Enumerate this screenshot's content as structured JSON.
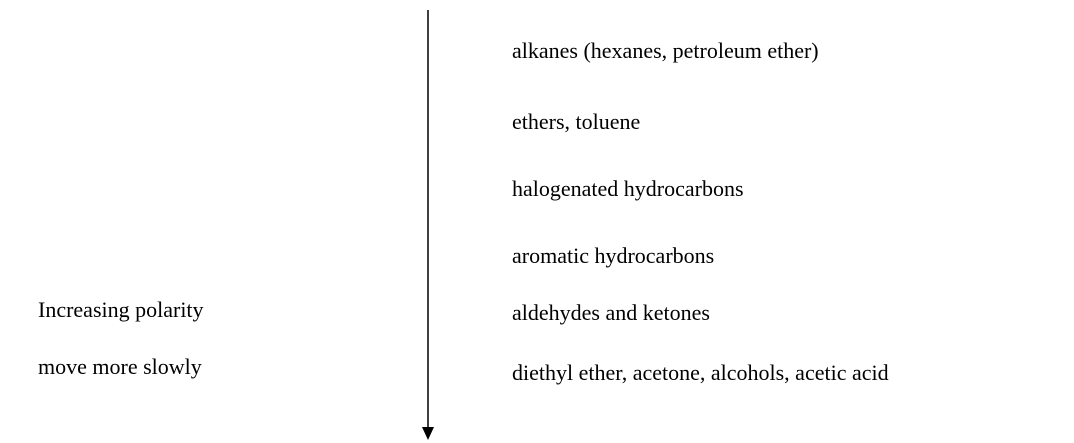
{
  "side_labels": {
    "polarity": "Increasing polarity",
    "movement": "move more slowly"
  },
  "solvents": [
    "alkanes (hexanes, petroleum ether)",
    "ethers, toluene",
    "halogenated hydrocarbons",
    "aromatic hydrocarbons",
    "aldehydes and ketones",
    "diethyl ether, acetone, alcohols, acetic acid"
  ],
  "colors": {
    "text": "#000000",
    "background": "#ffffff"
  }
}
